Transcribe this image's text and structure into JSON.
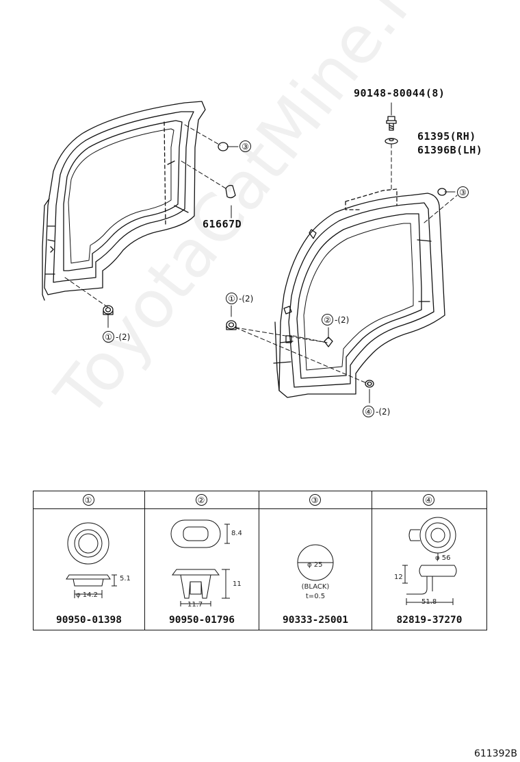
{
  "labels": {
    "bolt": "90148-80044(8)",
    "cover_rh": "61395(RH)",
    "cover_lh": "61396B(LH)",
    "seal": "61667D"
  },
  "callouts": [
    {
      "num": "③",
      "qty": ""
    },
    {
      "num": "①",
      "qty": "-(2)"
    },
    {
      "num": "③",
      "qty": ""
    },
    {
      "num": "①",
      "qty": "-(2)"
    },
    {
      "num": "②",
      "qty": "-(2)"
    },
    {
      "num": "④",
      "qty": "-(2)"
    }
  ],
  "table": {
    "headers": [
      "①",
      "②",
      "③",
      "④"
    ],
    "parts": [
      "90950-01398",
      "90950-01796",
      "90333-25001",
      "82819-37270"
    ],
    "dims": {
      "c1_height": "5.1",
      "c1_dia": "φ 14.2",
      "c2_height1": "8.4",
      "c2_height2": "11",
      "c2_width": "11.7",
      "c3_dia": "φ 25",
      "c3_color": "(BLACK)",
      "c3_thick": "t=0.5",
      "c4_dia": "φ 56",
      "c4_height": "12",
      "c4_width": "51.8"
    }
  },
  "watermark": "ToyotaCatMine.ru",
  "diagram_code": "611392B"
}
